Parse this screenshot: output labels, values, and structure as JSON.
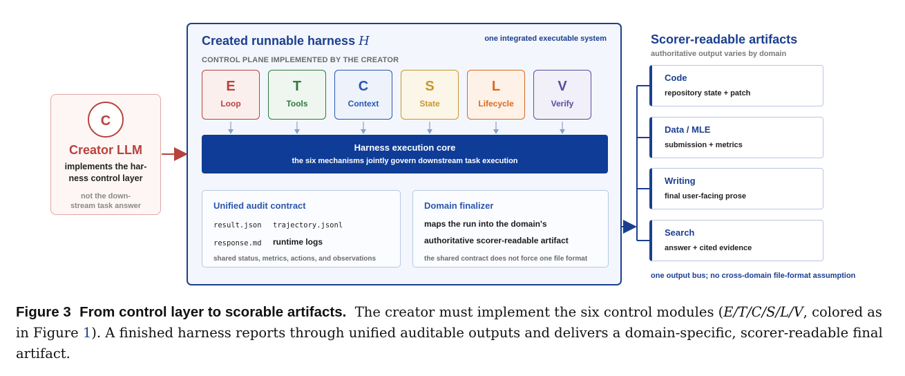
{
  "creator": {
    "icon_letter": "C",
    "title": "Creator LLM",
    "desc_line1": "implements the har-",
    "desc_line2": "ness control layer",
    "note_line1": "not the down-",
    "note_line2": "stream task answer",
    "color": "#b8423b"
  },
  "harness": {
    "title": "Created runnable harness",
    "symbol": "H",
    "note": "one integrated executable system",
    "subtitle": "CONTROL PLANE IMPLEMENTED BY THE CREATOR",
    "modules": [
      {
        "letter": "E",
        "name": "Loop",
        "color": "#b8423b",
        "bg": "#fbefee"
      },
      {
        "letter": "T",
        "name": "Tools",
        "color": "#2f7a3a",
        "bg": "#eef6ef"
      },
      {
        "letter": "C",
        "name": "Context",
        "color": "#2a56b0",
        "bg": "#edf2fb"
      },
      {
        "letter": "S",
        "name": "State",
        "color": "#c8962a",
        "bg": "#fcf6e8"
      },
      {
        "letter": "L",
        "name": "Lifecycle",
        "color": "#d86a1e",
        "bg": "#fdf1e8"
      },
      {
        "letter": "V",
        "name": "Verify",
        "color": "#5c4aa0",
        "bg": "#f1eff8"
      }
    ],
    "core": {
      "title": "Harness execution core",
      "subtitle": "the six mechanisms jointly govern downstream task execution"
    },
    "audit": {
      "title": "Unified audit contract",
      "file1": "result.json",
      "file2": "trajectory.jsonl",
      "file3": "response.md",
      "runtime": "runtime logs",
      "note": "shared status, metrics, actions, and observations"
    },
    "finalizer": {
      "title": "Domain finalizer",
      "line1": "maps the run into the domain's",
      "line2": "authoritative scorer-readable artifact",
      "note": "the shared contract does not force one file format"
    }
  },
  "artifacts": {
    "title": "Scorer-readable artifacts",
    "subtitle": "authoritative output varies by domain",
    "items": [
      {
        "name": "Code",
        "desc": "repository state + patch"
      },
      {
        "name": "Data / MLE",
        "desc": "submission + metrics"
      },
      {
        "name": "Writing",
        "desc": "final user-facing prose"
      },
      {
        "name": "Search",
        "desc": "answer + cited evidence"
      }
    ],
    "bus_note": "one output bus; no cross-domain file-format assumption"
  },
  "caption": {
    "label": "Figure 3",
    "heading": "From control layer to scorable artifacts.",
    "text1": "The creator must implement the six control modules (",
    "letters": "E/T/C/S/L/V",
    "text2": ", colored as in Figure ",
    "ref": "1",
    "text3": "). A finished harness reports through unified auditable outputs and delivers a domain-specific, scorer-readable final artifact."
  },
  "colors": {
    "primary": "#1b3f8f",
    "core_bg": "#0f3c96",
    "accent_red": "#b8423b"
  }
}
